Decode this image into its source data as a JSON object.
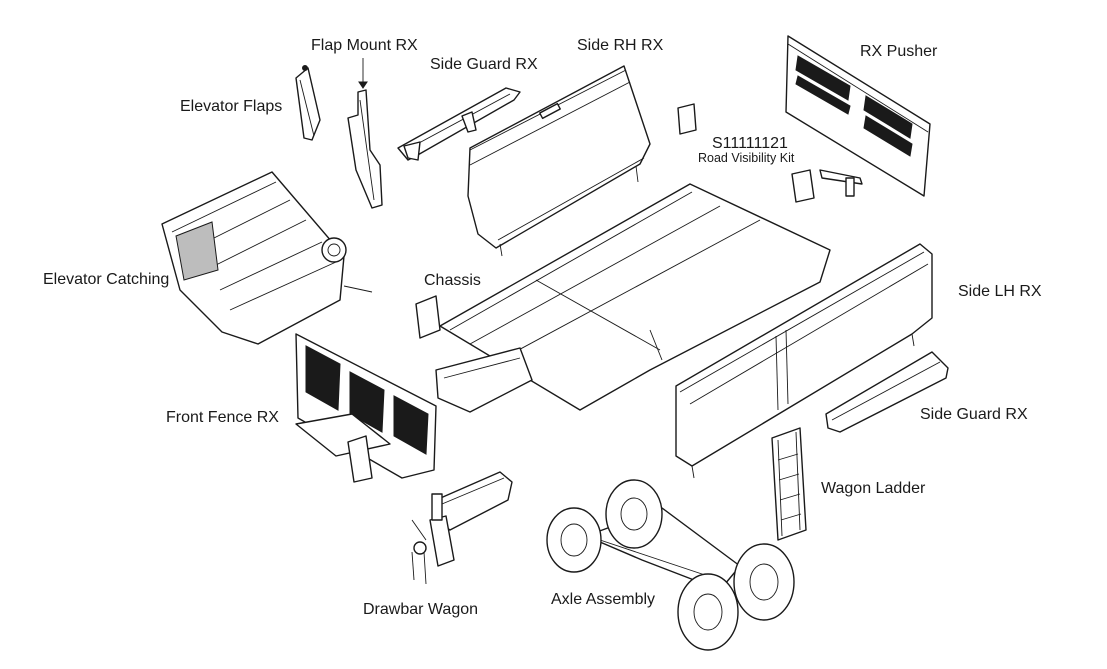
{
  "diagram": {
    "labels": {
      "flap_mount": "Flap Mount RX",
      "side_guard_top": "Side Guard RX",
      "side_rh": "Side RH RX",
      "rx_pusher": "RX Pusher",
      "elevator_flaps": "Elevator Flaps",
      "part_number": "S11111121",
      "road_visibility": "Road Visibility Kit",
      "elevator_catching": "Elevator Catching",
      "chassis": "Chassis",
      "side_lh": "Side LH RX",
      "front_fence": "Front Fence RX",
      "side_guard_bottom": "Side Guard RX",
      "wagon_ladder": "Wagon Ladder",
      "drawbar": "Drawbar Wagon",
      "axle": "Axle Assembly"
    }
  }
}
